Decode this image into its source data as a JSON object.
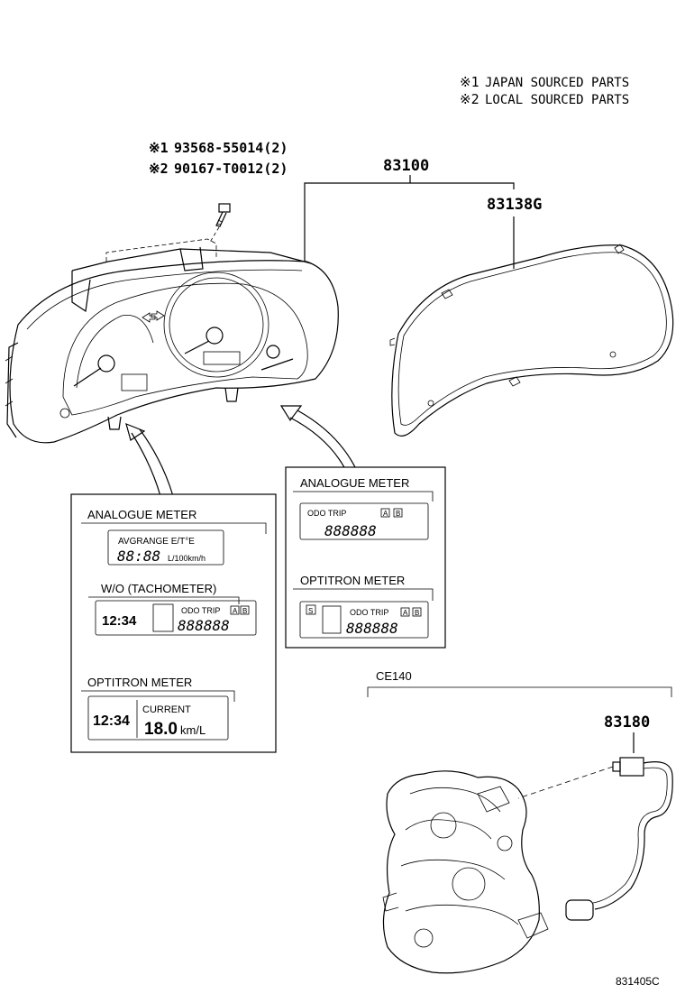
{
  "notes": {
    "mark1": "※1",
    "mark2": "※2",
    "note1": "JAPAN SOURCED PARTS",
    "note2": "LOCAL SOURCED PARTS"
  },
  "parts": {
    "screw_mark1": "※1",
    "screw_pn1": "93568-55014(2)",
    "screw_mark2": "※2",
    "screw_pn2": "90167-T0012(2)",
    "cluster": "83100",
    "glass": "83138G",
    "sensor": "83180"
  },
  "box_left": {
    "analogue_title": "ANALOGUE METER",
    "avg_label": "AVGRANGE E/T°E",
    "avg_digits": "88:88",
    "avg_unit": "L/100km/h",
    "wo_title": "W/O (TACHOMETER)",
    "clock": "12:34",
    "odo_trip": "ODO TRIP",
    "trip_a": "A",
    "trip_b": "B",
    "odo_digits": "888888",
    "optitron_title": "OPTITRON METER",
    "clock2": "12:34",
    "current_label": "CURRENT",
    "current_value": "18.0",
    "current_unit": "km/L"
  },
  "box_right": {
    "analogue_title": "ANALOGUE METER",
    "odo_trip": "ODO TRIP",
    "trip_a": "A",
    "trip_b": "B",
    "odo_digits": "888888",
    "optitron_title": "OPTITRON METER",
    "shift_s": "S",
    "odo_trip2": "ODO TRIP",
    "trip_a2": "A",
    "trip_b2": "B",
    "odo_digits2": "888888"
  },
  "engine_label": "CE140",
  "diagram_code": "831405C"
}
